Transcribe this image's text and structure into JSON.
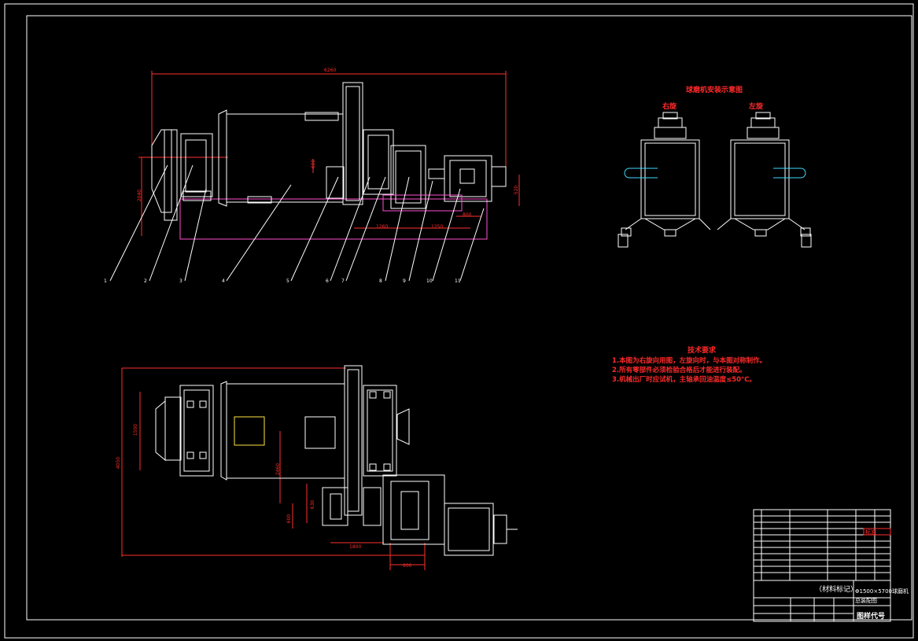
{
  "drawing": {
    "install_title": "球磨机安装示意图",
    "view_left_label": "右旋",
    "view_right_label": "左旋",
    "tech_title": "技术要求",
    "tech_notes": [
      "1.本图为右旋向用图，左旋向时，与本图对称制作。",
      "2.所有零部件必须检验合格后才能进行装配。",
      "3.机械出厂时应试机，主轴承回油温度≤50℃。"
    ],
    "top_dims": {
      "overall_length": "6260",
      "height": "2040",
      "shaft_offset": "600",
      "span_a": "1260",
      "span_b": "1250",
      "motor_w": "800",
      "motor_h": "520"
    },
    "bottom_dims": {
      "drum_dia": "1500",
      "overall_width": "4050",
      "offset_a": "2460",
      "offset_b": "600",
      "offset_c": "630",
      "span": "1800",
      "base_w": "600"
    },
    "balloons": [
      "1",
      "2",
      "3",
      "4",
      "5",
      "6",
      "7",
      "8",
      "9",
      "10",
      "11"
    ]
  },
  "title_block": {
    "material_mark": "（材料标记）",
    "drawing_name": "Φ1500×5700球磨机",
    "drawing_sub": "总装配图",
    "drawing_code": "图样代号",
    "revision_mark": "标准"
  }
}
